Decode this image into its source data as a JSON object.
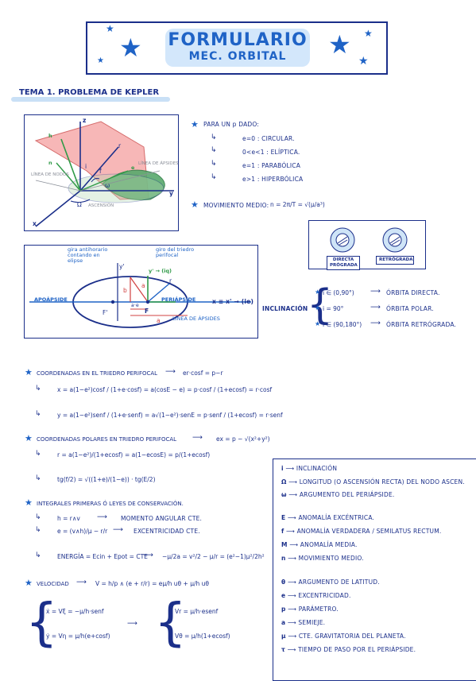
{
  "header": {
    "title_line1": "FORMULARIO",
    "title_line2": "MEC. ORBITAL"
  },
  "section": {
    "title": "TEMA 1. PROBLEMA DE KEPLER"
  },
  "fig1": {
    "labels": {
      "z": "z",
      "y": "y",
      "x": "x",
      "h": "h",
      "r": "r",
      "f": "f",
      "omega": "ω",
      "i": "i",
      "Omega": "Ω",
      "ascension": "ASCENSIÓN",
      "linea_nodos": "LÍNEA DE NODOS",
      "linea_apsides": "LÍNEA DE ÁPSIDES",
      "e_vec": "e",
      "node_vec": "n"
    }
  },
  "conicas": {
    "intro": "PARA UN p DADO:",
    "items": [
      "e=0 : CIRCULAR.",
      "0<e<1 : ELÍPTICA.",
      "e=1 : PARABÓLICA",
      "e>1 : HIPERBÓLICA"
    ]
  },
  "movimiento_medio": {
    "label": "MOVIMIENTO MEDIO:",
    "formula": "n = 2π/T = √(μ/a³)"
  },
  "sentido": {
    "directa": "DIRECTA PRÓGRADA",
    "retrograda": "RETRÓGRADA"
  },
  "fig2": {
    "gira_antihorario": "gira antihorario contando en elipse",
    "gira_perifocal": "giro del triedro perifocal",
    "apoapside": "APOÁPSIDE",
    "periapside": "PERIÁPSIDE",
    "linea_apsides": "LÍNEA DE ÁPSIDES",
    "axis_x": "x ≡ x' → (ie)",
    "axis_y": "y' → (iq)",
    "y_prime": "y'",
    "F_prime": "F'",
    "F": "F",
    "a": "a",
    "b": "b",
    "ae": "a·e",
    "r": "r",
    "a2": "a"
  },
  "inclinacion": {
    "label": "INCLINACIÓN",
    "items": [
      {
        "cond": "i ∈ (0,90°)",
        "result": "ÓRBITA DIRECTA."
      },
      {
        "cond": "i = 90°",
        "result": "ÓRBITA POLAR."
      },
      {
        "cond": "i ∈ (90,180°)",
        "result": "ÓRBITA RETRÓGRADA."
      }
    ]
  },
  "formulas": {
    "coord_perifocal": "COORDENADAS EN EL TRIEDRO PERIFOCAL",
    "coord_perifocal_res": "er·cosf = p−r",
    "x_formula": "x = a(1−e²)cosf / (1+e·cosf) = a(cosE − e) = p·cosf / (1+ecosf) = r·cosf",
    "y_formula": "y = a(1−e²)senf / (1+e·senf) = a√(1−e²)·senE = p·senf / (1+ecosf) = r·senf",
    "coord_polares": "COORDENADAS POLARES EN TRIEDRO PERIFOCAL",
    "coord_polares_res": "ex = p − √(x²+y²)",
    "r_formula": "r = a(1−e²)/(1+ecosf) = a(1−ecosE) = p/(1+ecosf)",
    "tg_formula": "tg(f/2) = √((1+e)/(1−e)) · tg(E/2)",
    "integrales": "INTEGRALES PRIMERAS Ó LEYES DE CONSERVACIÓN.",
    "h_formula": "h = r∧v",
    "h_label": "MOMENTO ANGULAR CTE.",
    "e_formula": "e = (v∧h)/μ − r/r",
    "e_label": "EXCENTRICIDAD CTE.",
    "energia": "ENERGÍA = Ecin + Epot = CTE",
    "energia_res": "−μ/2a = v²/2 − μ/r = (e²−1)μ²/2h²",
    "velocidad": "VELOCIDAD",
    "v_formula": "V = h/p ∧ (e + r/r) = eμ/h uθ + μ/h uθ",
    "sys1_a": "ẋ = Vξ = −μ/h·senf",
    "sys1_b": "ẏ = Vη = μ/h(e+cosf)",
    "sys2_a": "Vr = μ/h·esenf",
    "sys2_b": "Vθ = μ/h(1+ecosf)"
  },
  "legend": [
    {
      "sym": "i",
      "desc": "INCLINACIÓN"
    },
    {
      "sym": "Ω",
      "desc": "LONGITUD (O ASCENSIÓN RECTA) DEL NODO ASCEN."
    },
    {
      "sym": "ω",
      "desc": "ARGUMENTO DEL PERIÁPSIDE."
    },
    {
      "sym": "E",
      "desc": "ANOMALÍA EXCÉNTRICA."
    },
    {
      "sym": "f",
      "desc": "ANOMALÍA VERDADERA / SEMILATUS RECTUM."
    },
    {
      "sym": "M",
      "desc": "ANOMALÍA MEDIA."
    },
    {
      "sym": "n",
      "desc": "MOVIMIENTO MEDIO."
    },
    {
      "sym": "θ",
      "desc": "ARGUMENTO DE LATITUD."
    },
    {
      "sym": "e",
      "desc": "EXCENTRICIDAD."
    },
    {
      "sym": "p",
      "desc": "PARÁMETRO."
    },
    {
      "sym": "a",
      "desc": "SEMIEJE."
    },
    {
      "sym": "μ",
      "desc": "CTE. GRAVITATORIA DEL PLANETA."
    },
    {
      "sym": "τ",
      "desc": "TIEMPO DE PASO POR EL PERIÁPSIDE."
    }
  ],
  "colors": {
    "ink": "#1b2f8a",
    "accent": "#1f63c6",
    "green": "#2f9a47",
    "pink": "#f4a7a7",
    "highlight": "#d3e7fb"
  }
}
